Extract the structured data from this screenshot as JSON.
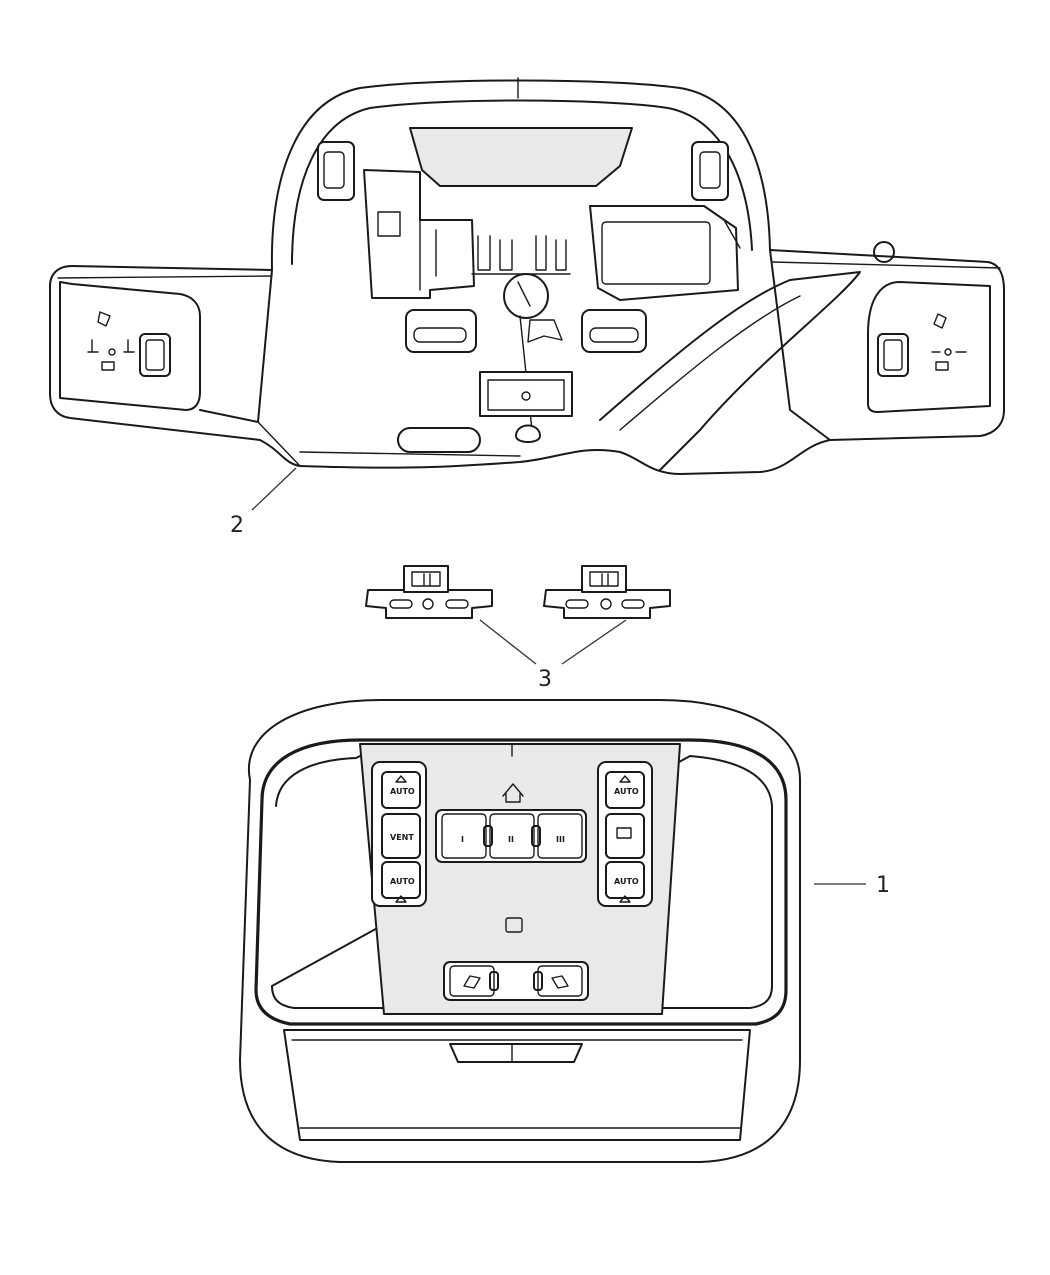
{
  "callouts": {
    "part_1": "1",
    "part_2": "2",
    "part_3": "3"
  },
  "console_buttons": {
    "left_top": "AUTO",
    "left_mid": "VENT",
    "left_bottom": "AUTO",
    "right_top": "AUTO",
    "right_bottom": "AUTO",
    "center_1": "I",
    "center_2": "II",
    "center_3": "III"
  },
  "colors": {
    "line": "#1a1a1a",
    "fill_light": "#e9e9e9",
    "background": "#ffffff"
  }
}
